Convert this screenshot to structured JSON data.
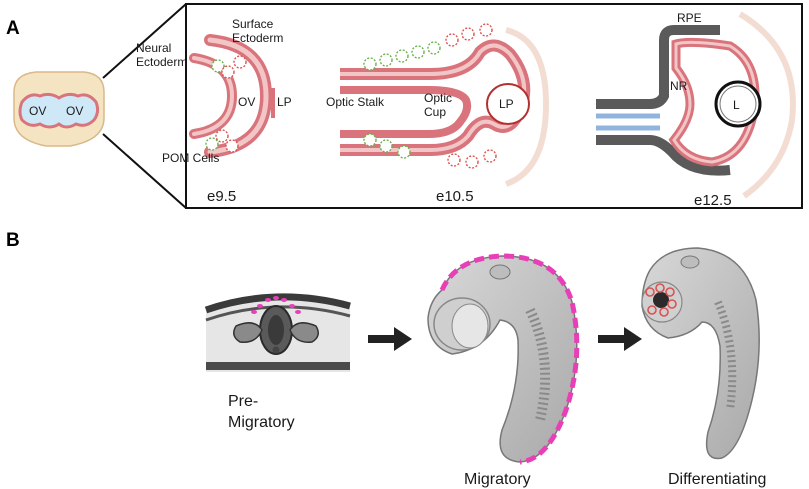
{
  "panel_a": {
    "letter": "A",
    "ov_left": "OV",
    "ov_right": "OV",
    "stages": [
      {
        "stage": "e9.5",
        "labels": {
          "neural_ectoderm_1": "Neural",
          "neural_ectoderm_2": "Ectoderm",
          "surface_ectoderm_1": "Surface",
          "surface_ectoderm_2": "Ectoderm",
          "ov": "OV",
          "lp": "LP",
          "pom": "POM Cells"
        }
      },
      {
        "stage": "e10.5",
        "labels": {
          "optic_stalk": "Optic Stalk",
          "optic_cup_1": "Optic",
          "optic_cup_2": "Cup",
          "lp": "LP"
        }
      },
      {
        "stage": "e12.5",
        "labels": {
          "rpe": "RPE",
          "nr": "NR",
          "lens": "L"
        }
      }
    ]
  },
  "panel_b": {
    "letter": "B",
    "captions": {
      "premigratory_1": "Pre-",
      "premigratory_2": "Migratory",
      "migratory": "Migratory",
      "differentiating": "Differentiating"
    }
  },
  "colors": {
    "neural_tissue": "#d9747c",
    "neural_inner": "#f2c6c6",
    "pom_green": "#6ab04c",
    "pom_red": "#d9534f",
    "rpe": "#5a5a5a",
    "stalk_blue": "#8fb4de",
    "lens_ring": "#b33030",
    "ectoderm": "#f3ddd3",
    "migrating_cells": "#e83fb8",
    "head_bg": "#f4e4c1"
  }
}
